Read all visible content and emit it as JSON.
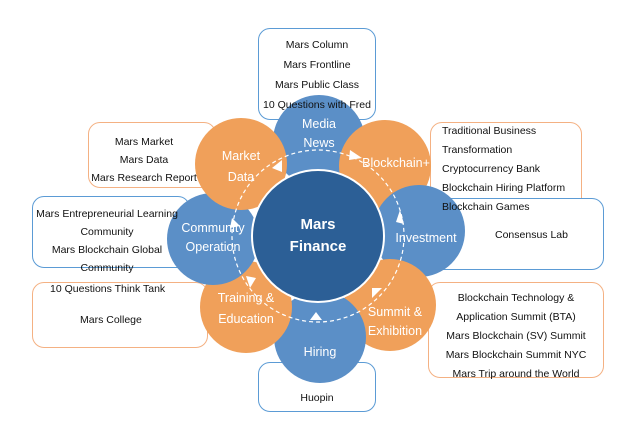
{
  "colors": {
    "blue": "#5b8fc7",
    "orange": "#f0a05a",
    "center": "#2c5f96",
    "box_blue_border": "#5b9bd5",
    "box_orange_border": "#f4b183"
  },
  "center": {
    "line1": "Mars",
    "line2": "Finance"
  },
  "petals": [
    {
      "id": "media-news",
      "lines": [
        "Media",
        "News"
      ],
      "items": [
        "Mars Column",
        "Mars Frontline",
        "Mars Public Class",
        "10 Questions with Fred"
      ]
    },
    {
      "id": "blockchain-plus",
      "lines": [
        "Blockchain+"
      ],
      "items": [
        "Traditional Business",
        "Transformation",
        "Cryptocurrency Bank",
        "Blockchain Hiring Platform",
        "Blockchain Games"
      ]
    },
    {
      "id": "investment",
      "lines": [
        "Investment"
      ],
      "items": [
        "Consensus Lab"
      ]
    },
    {
      "id": "summit-exhibition",
      "lines": [
        "Summit &",
        "Exhibition"
      ],
      "items": [
        "Blockchain Technology  &",
        "Application Summit (BTA)",
        "Mars Blockchain (SV) Summit",
        "Mars Blockchain Summit NYC",
        "Mars Trip around the World"
      ]
    },
    {
      "id": "hiring",
      "lines": [
        "Hiring"
      ],
      "items": [
        "Huopin"
      ]
    },
    {
      "id": "training-education",
      "lines": [
        "Training &",
        "Education"
      ],
      "items": [
        "10 Questions Think Tank",
        "Mars College"
      ]
    },
    {
      "id": "community-operation",
      "lines": [
        "Community",
        "Operation"
      ],
      "items": [
        "Mars Entrepreneurial Learning",
        "Community",
        "Mars Blockchain Global",
        "Community"
      ]
    },
    {
      "id": "market-data",
      "lines": [
        "Market",
        "Data"
      ],
      "items": [
        "Mars Market",
        "Mars Data",
        "Mars Research Report"
      ]
    }
  ]
}
